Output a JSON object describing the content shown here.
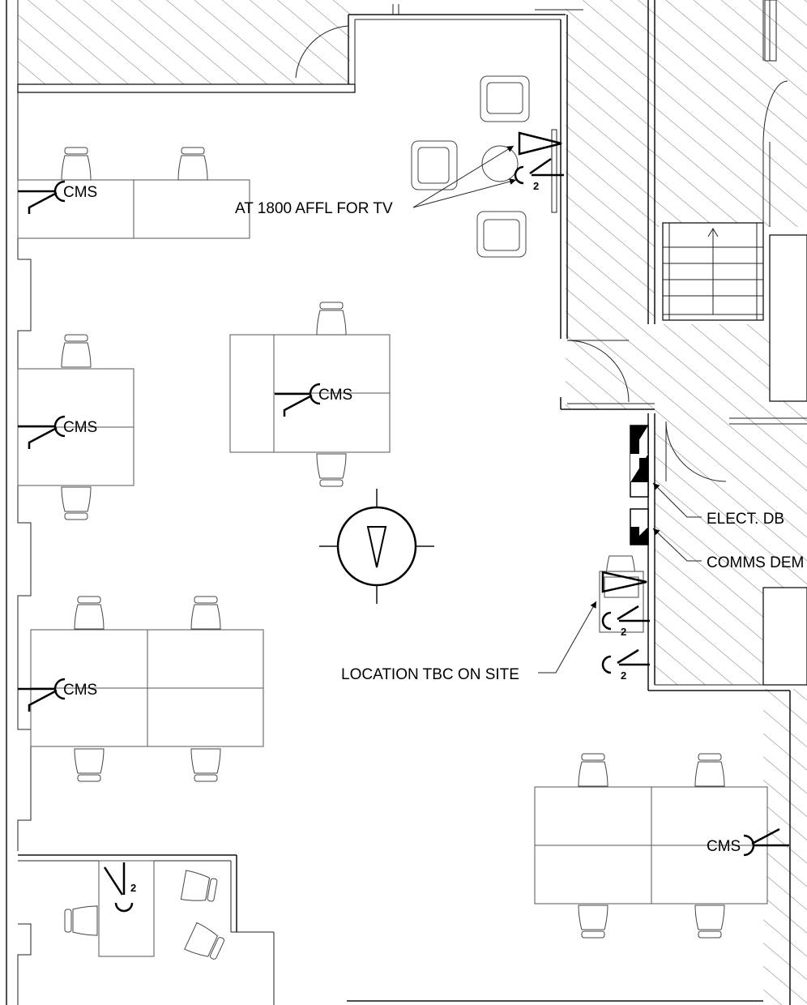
{
  "labels": {
    "tv_note": "AT 1800 AFFL FOR TV",
    "location_note": "LOCATION TBC ON SITE",
    "elect_db": "ELECT. DB",
    "comms": "COMMS DEM",
    "cms": "CMS",
    "circuit_number": "2"
  }
}
